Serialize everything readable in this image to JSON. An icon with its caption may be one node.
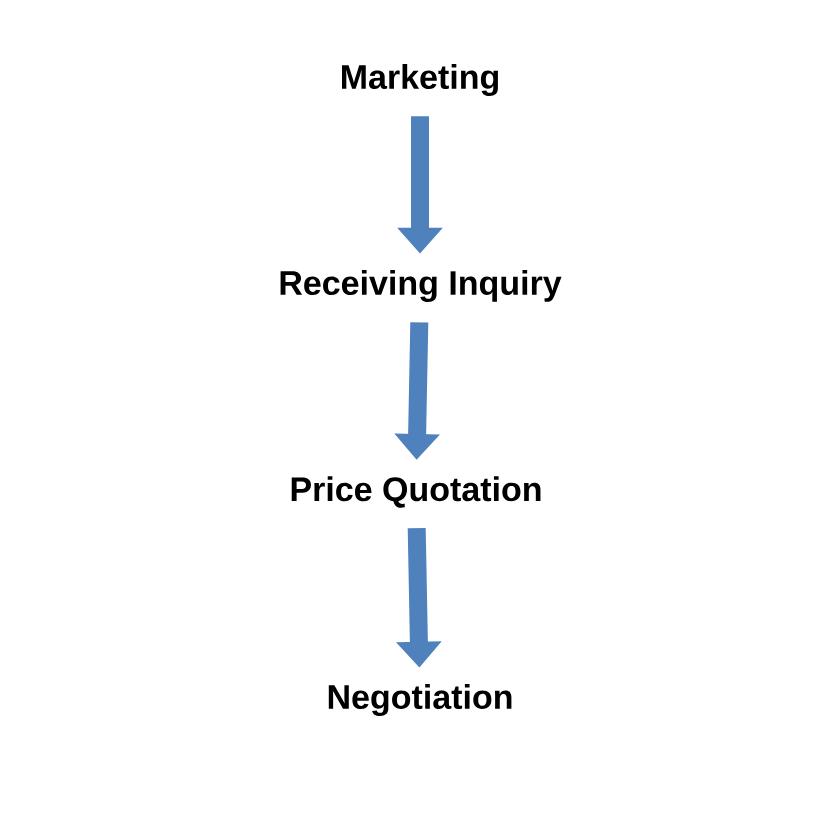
{
  "diagram": {
    "nodes": [
      {
        "text": [
          "Marketing"
        ]
      },
      {
        "text": [
          "Receiving Inquiry"
        ]
      },
      {
        "text": [
          "Price Quotation"
        ]
      },
      {
        "text": [
          "Negotiation"
        ]
      }
    ],
    "edges": [
      {
        "from": 0,
        "to": 1,
        "arrow": "to"
      },
      {
        "from": 1,
        "to": 2,
        "arrow": "to"
      },
      {
        "from": 2,
        "to": 3,
        "arrow": "to"
      }
    ]
  }
}
